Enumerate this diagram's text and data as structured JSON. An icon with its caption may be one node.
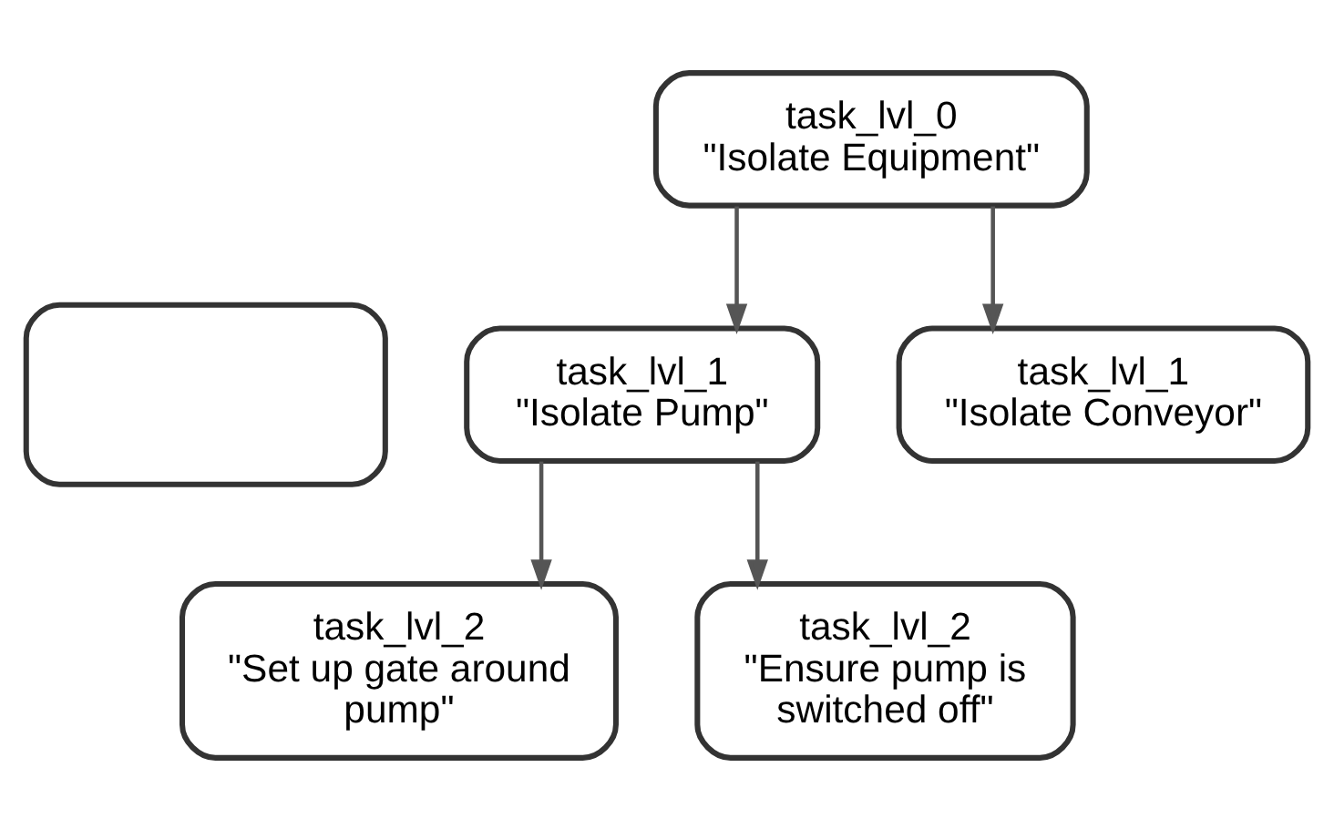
{
  "diagram": {
    "nodes": [
      {
        "text": [
          "task_lvl_0",
          "\"Isolate Equipment\""
        ]
      },
      {
        "text": [],
        "shape": "box"
      },
      {
        "text": [
          "task_lvl_1",
          "\"Isolate Pump\""
        ]
      },
      {
        "text": [
          "task_lvl_1",
          "\"Isolate Conveyor\""
        ]
      },
      {
        "text": [
          "task_lvl_2",
          "\"Set up gate around pump\""
        ]
      },
      {
        "text": [
          "task_lvl_2",
          "\"Ensure pump is switched off\""
        ]
      }
    ],
    "edges": [
      {
        "from": 0,
        "to": 2,
        "arrow": "to"
      },
      {
        "from": 0,
        "to": 3,
        "arrow": "to"
      },
      {
        "from": 2,
        "to": 4,
        "arrow": "to"
      },
      {
        "from": 2,
        "to": 5,
        "arrow": "to"
      }
    ]
  }
}
